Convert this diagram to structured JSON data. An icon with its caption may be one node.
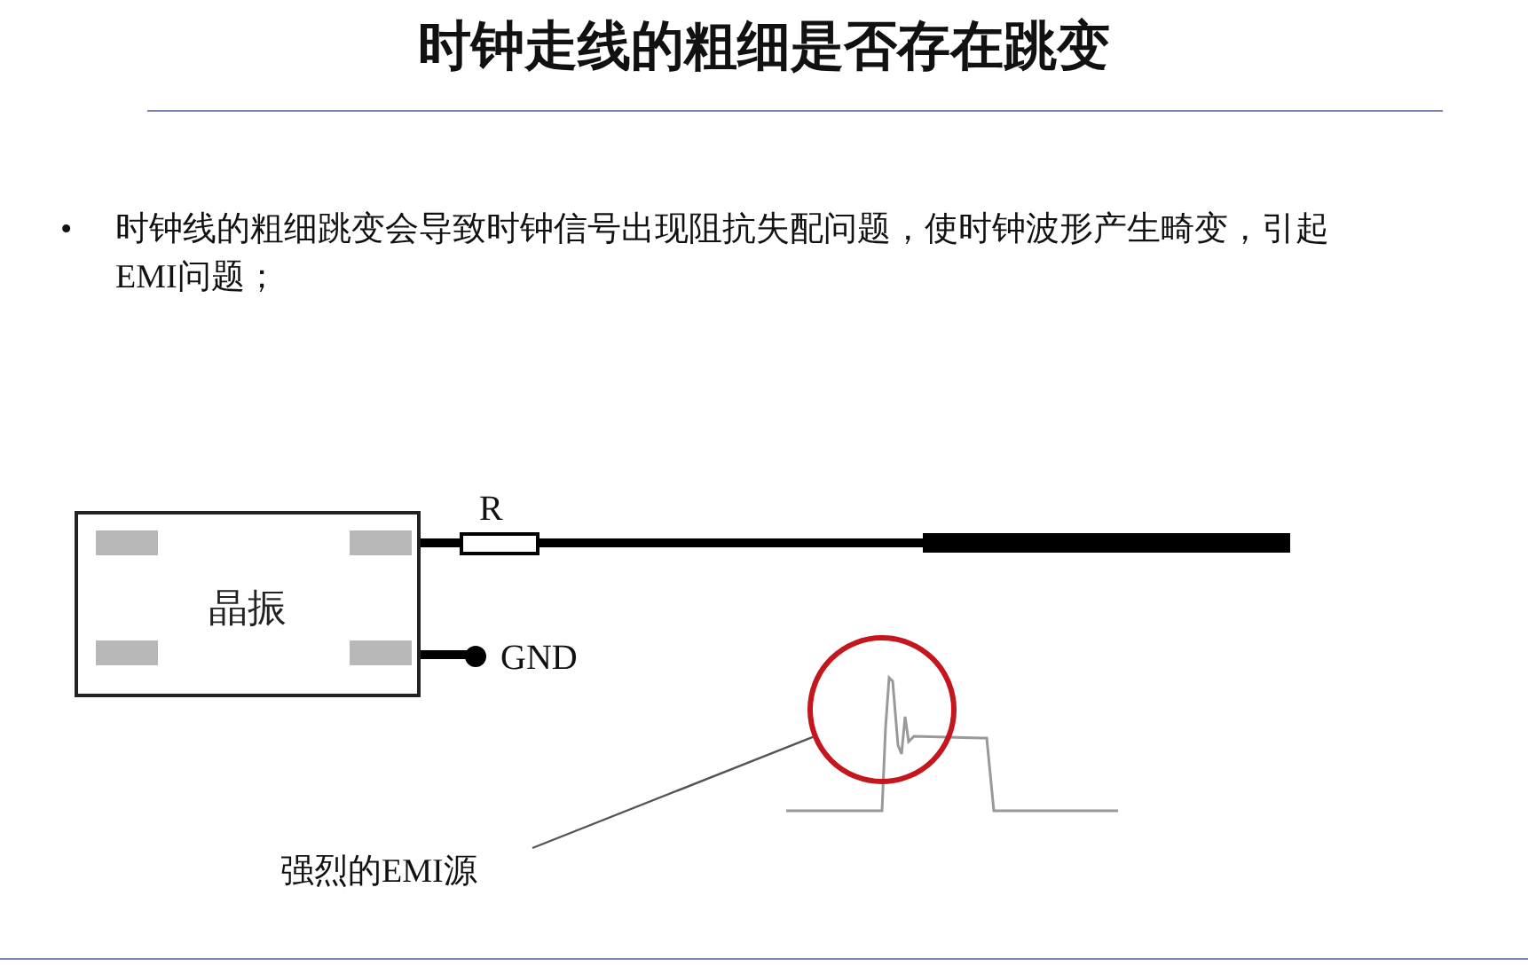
{
  "diagram": {
    "title": "时钟走线的粗细是否存在跳变",
    "nodes": [
      {
        "text": [
          "晶振"
        ]
      },
      {
        "text": [],
        "shape": "circle"
      },
      {
        "text": [
          "强烈的EMI源"
        ]
      }
    ],
    "edges": [
      {
        "from": 2,
        "to": 1,
        "arrow": "none"
      }
    ],
    "labels": [
      "•",
      "时钟线的粗细跳变会导致时钟信号出现阻抗失配问题，使时钟波形产生畸变，引起EMI问题；",
      "R",
      "GND"
    ]
  }
}
